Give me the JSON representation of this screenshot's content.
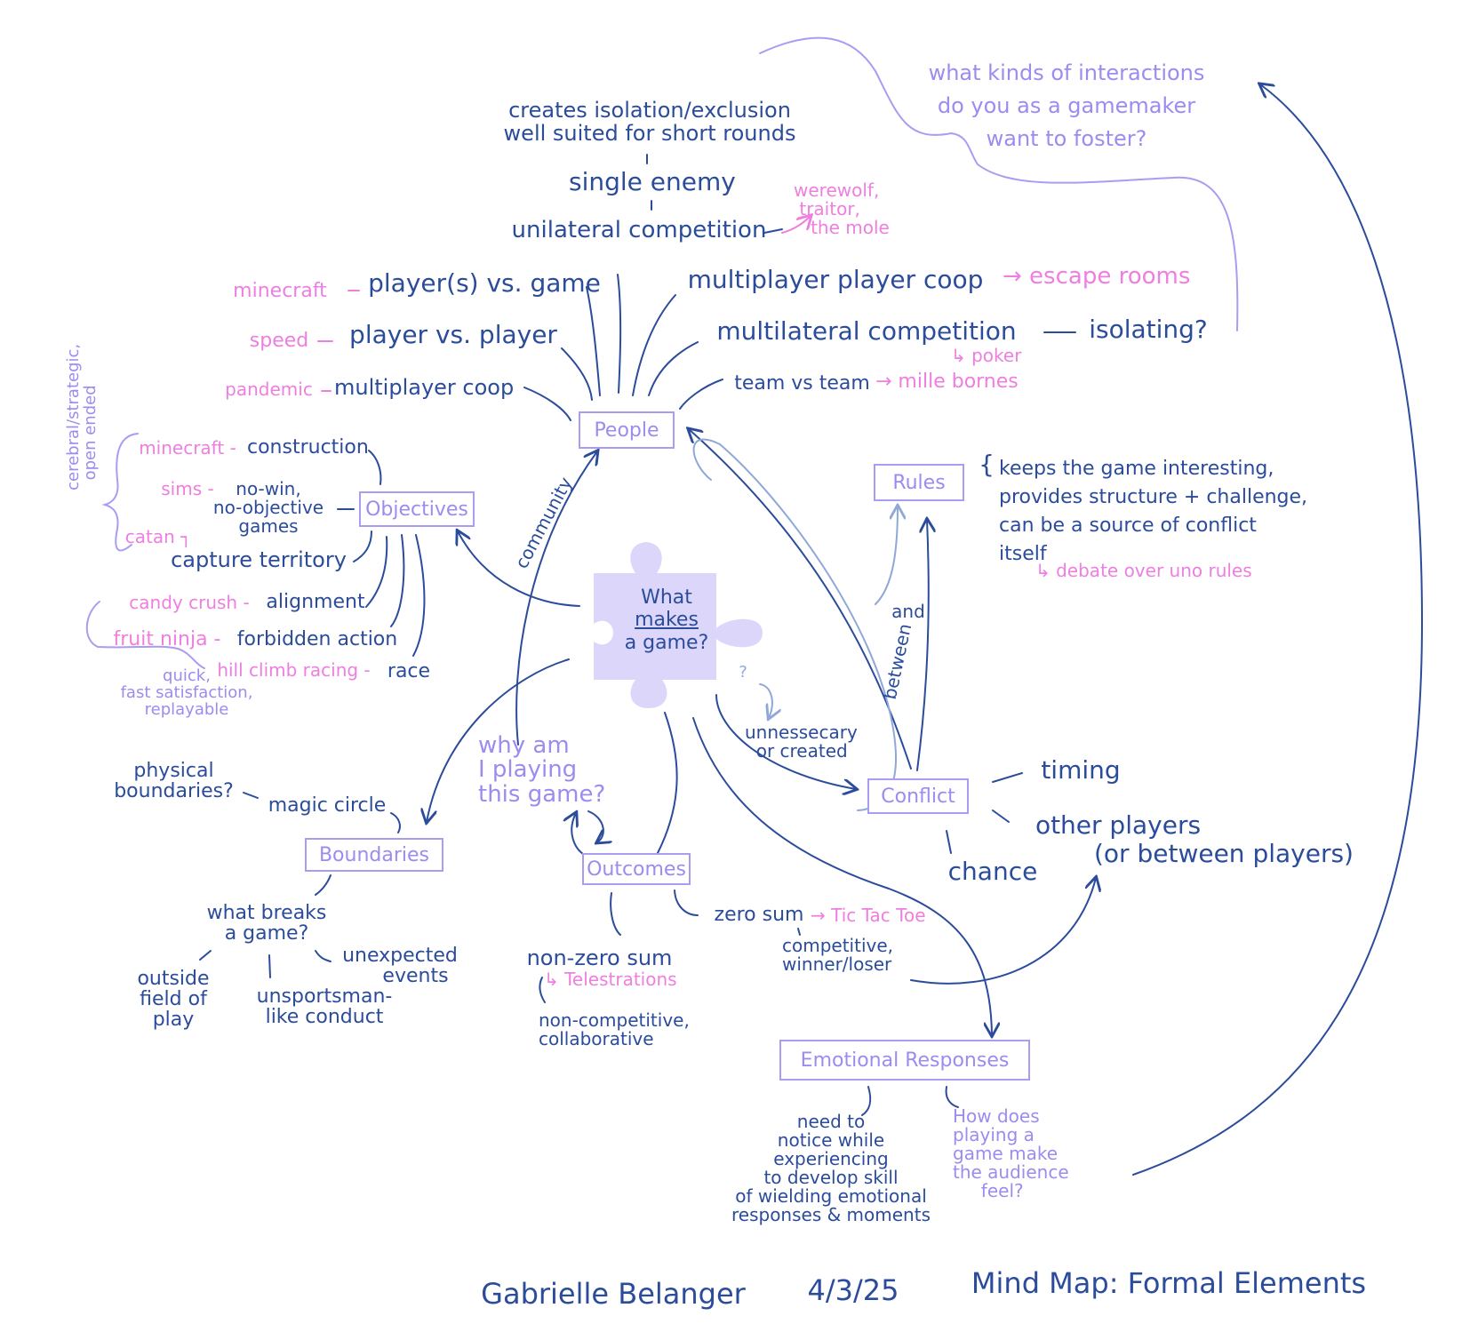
{
  "center": {
    "line1": "What",
    "line2": "makes",
    "line3": "a game?"
  },
  "nodes": {
    "people": "People",
    "objectives": "Objectives",
    "rules": "Rules",
    "conflict": "Conflict",
    "boundaries": "Boundaries",
    "outcomes": "Outcomes",
    "emotional": "Emotional Responses"
  },
  "people": {
    "exclusion_note": "creates isolation/exclusion",
    "short_rounds": "well suited for short rounds",
    "single_enemy": "single enemy",
    "unilateral": "unilateral competition",
    "unilateral_examples": "werewolf,\n traitor,\n   the mole",
    "pvg": "player(s) vs. game",
    "pvg_example": "minecraft",
    "pvp": "player vs. player",
    "pvp_example": "speed",
    "coop": "multiplayer coop",
    "coop_example": "pandemic",
    "multi_coop": "multiplayer player coop",
    "multi_coop_example": "→ escape rooms",
    "multilateral": "multilateral competition",
    "isolating": "isolating?",
    "multilateral_example": "↳ poker",
    "team": "team vs team",
    "team_example": "→ mille bornes",
    "community": "community"
  },
  "interactions_question": "what kinds of interactions\ndo you as a gamemaker\nwant to foster?",
  "objectives": {
    "side_note": "cerebral/strategic,\nopen ended",
    "construction": "construction",
    "construction_example": "minecraft -",
    "no_win": "no-win,\nno-objective\ngames",
    "no_win_example": "sims -",
    "capture": "capture territory",
    "capture_example": "catan ┐",
    "alignment": "alignment",
    "alignment_example": "candy crush -",
    "forbidden": "forbidden action",
    "forbidden_example": "fruit ninja -",
    "race": "race",
    "race_example": "hill climb racing -",
    "quick_note": "quick,\nfast satisfaction,\nreplayable"
  },
  "rules": {
    "description": "keeps the game interesting,\nprovides structure + challenge,\ncan be a source of conflict\nitself",
    "example": "↳ debate over uno rules",
    "and_label": "and",
    "between_label": "between"
  },
  "conflict": {
    "question_mark": "?",
    "origin": "unnessecary\n  or created",
    "timing": "timing",
    "other_players": "other players",
    "between_players": "(or between players)",
    "chance": "chance"
  },
  "boundaries": {
    "physical": "physical\nboundaries?",
    "magic_circle": "magic circle",
    "breaks": "what breaks\na game?",
    "outside": "outside\nfield of\nplay",
    "unsportsmanlike": "unsportsman-\nlike conduct",
    "unexpected": "unexpected\n     events"
  },
  "outcomes": {
    "why_playing": "why am\nI playing\nthis game?",
    "zero_sum": "zero sum",
    "zero_sum_example": "→ Tic Tac Toe",
    "competitive": "competitive,\nwinner/loser",
    "non_zero_sum": "non-zero sum",
    "non_zero_example": "↳ Telestrations",
    "non_competitive": "non-competitive,\ncollaborative"
  },
  "emotional": {
    "skill_note": "need to\nnotice while\nexperiencing\nto develop skill\nof wielding emotional\nresponses & moments",
    "audience_question": "How does\nplaying a\ngame make\nthe audience\n     feel?"
  },
  "footer": {
    "author": "Gabrielle Belanger",
    "date": "4/3/25",
    "title": "Mind Map: Formal Elements"
  },
  "colors": {
    "ink": "#2b4c9b",
    "example_pink": "#ee7fe0",
    "note_lavender": "#9b8cf0",
    "puzzle_fill": "#dcd6fb"
  }
}
